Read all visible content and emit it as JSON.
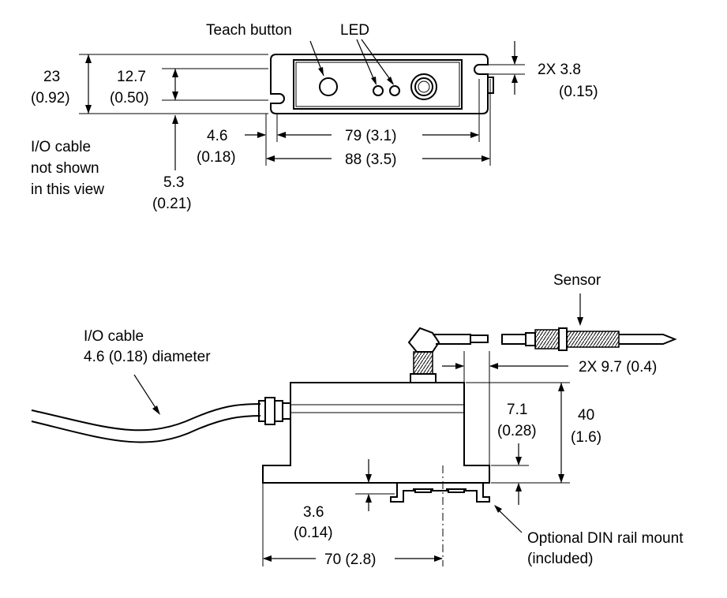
{
  "top_view": {
    "teach_button": "Teach button",
    "led": "LED",
    "height_mm": "23",
    "height_in": "(0.92)",
    "inner_height_mm": "12.7",
    "inner_height_in": "(0.50)",
    "slot_mm": "2X  3.8",
    "slot_in": "(0.15)",
    "offset_mm": "4.6",
    "offset_in": "(0.18)",
    "inner_width": "79 (3.1)",
    "overall_width": "88 (3.5)",
    "bottom_offset_mm": "5.3",
    "bottom_offset_in": "(0.21)",
    "note_line1": "I/O cable",
    "note_line2": "not shown",
    "note_line3": "in this view"
  },
  "side_view": {
    "sensor": "Sensor",
    "cable_line1": "I/O cable",
    "cable_line2": "4.6 (0.18) diameter",
    "hole_spacing": "2X  9.7 (0.4)",
    "step_mm": "7.1",
    "step_in": "(0.28)",
    "height_mm": "40",
    "height_in": "(1.6)",
    "rail_mm": "3.6",
    "rail_in": "(0.14)",
    "din_line1": "Optional DIN rail mount",
    "din_line2": "(included)",
    "base_width": "70 (2.8)"
  }
}
